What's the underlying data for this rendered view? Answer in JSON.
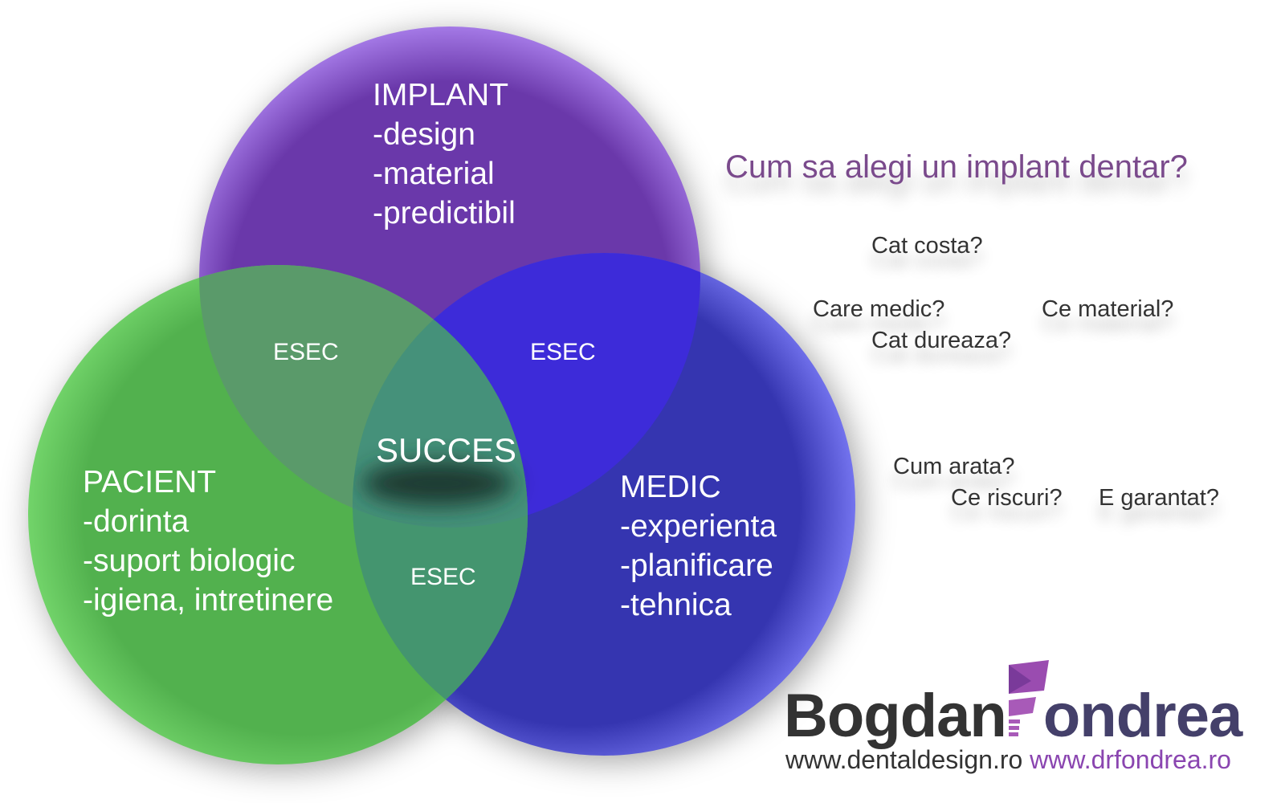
{
  "colors": {
    "implant": "#6a38aa",
    "pacient": "#52b14e",
    "medic": "#3535b0",
    "implant_pacient": "#5a9a6a",
    "implant_medic": "#3d2bd9",
    "pacient_medic": "#44956f",
    "center": "#45917a",
    "title": "#7a4a8c",
    "url_purple": "#8a45b0"
  },
  "circles": {
    "implant": {
      "title": "IMPLANT",
      "items": [
        "-design",
        "-material",
        "-predictibil"
      ]
    },
    "pacient": {
      "title": "PACIENT",
      "items": [
        "-dorinta",
        "-suport biologic",
        "-igiena, intretinere"
      ]
    },
    "medic": {
      "title": "MEDIC",
      "items": [
        "-experienta",
        "-planificare",
        "-tehnica"
      ]
    }
  },
  "overlaps": {
    "implant_pacient": "ESEC",
    "implant_medic": "ESEC",
    "pacient_medic": "ESEC",
    "center": "SUCCES"
  },
  "heading": "Cum sa alegi un implant dentar?",
  "questions": [
    "Cat costa?",
    "Care medic?",
    "Ce material?",
    "Cat dureaza?",
    "Cum arata?",
    "Ce riscuri?",
    "E garantat?"
  ],
  "logo": {
    "first": "Bogdan",
    "last_letter": "F",
    "last_rest": "ondrea"
  },
  "urls": [
    "www.dentaldesign.ro",
    "www.drfondrea.ro"
  ]
}
